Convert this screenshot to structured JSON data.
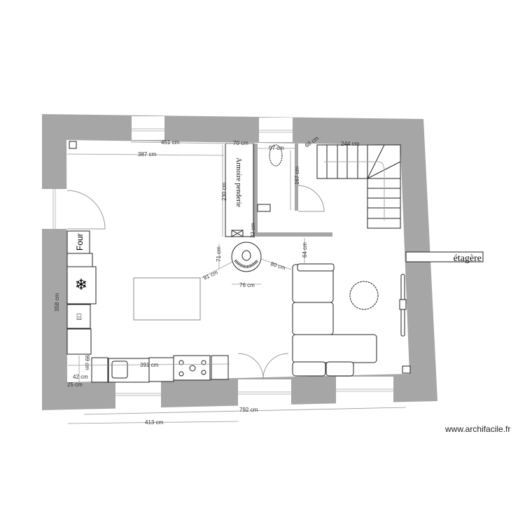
{
  "plan": {
    "labels": {
      "wardrobe": "Armoire penderie",
      "oven": "Four",
      "shelf": "étagère"
    },
    "dimensions": {
      "top_outer": "451 cm",
      "top_inner": "387 cm",
      "wardrobe_width": "70 cm",
      "wardrobe_length": "230 cm",
      "wardrobe_gap": "32 cm",
      "wc_width": "97 cm",
      "wc_corner": "68 cm",
      "stairs": "244 cm",
      "wc_wall": "167 cm",
      "sofa_gap": "64 cm",
      "stove_sofa": "80 cm",
      "stove_top": "71 cm",
      "stove_table": "91 cm",
      "stove_width": "76 cm",
      "left_wall": "358 cm",
      "kitchen_depth": "99 cm",
      "corner_a": "42 cm",
      "corner_b": "25 cm",
      "kitchen_run": "391 cm",
      "total_width": "792 cm",
      "bottom_left": "413 cm"
    },
    "icons": [
      "snowflake-fridge-icon",
      "dishwasher-icon",
      "sink-icon",
      "cooktop-icon",
      "toilet-icon",
      "washbasin-icon",
      "wood-stove-icon",
      "staircase-icon",
      "radiator-icon"
    ]
  },
  "credit": "www.archifacile.fr"
}
